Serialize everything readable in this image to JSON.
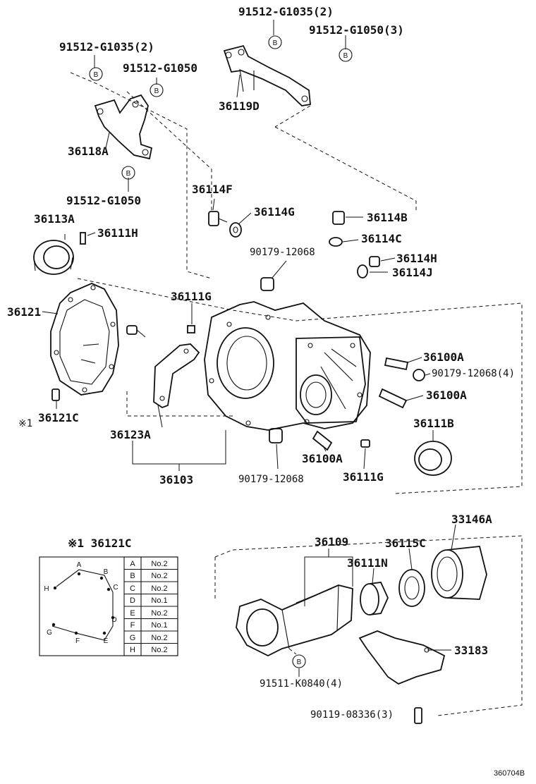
{
  "labels": {
    "l_91512_G1035_2_top": "91512-G1035(2)",
    "l_91512_G1050_3": "91512-G1050(3)",
    "l_91512_G1035_2_left": "91512-G1035(2)",
    "l_91512_G1050_a": "91512-G1050",
    "l_36119D": "36119D",
    "l_36118A": "36118A",
    "l_91512_G1050_b": "91512-G1050",
    "l_36114F": "36114F",
    "l_36114G": "36114G",
    "l_36114B": "36114B",
    "l_36113A": "36113A",
    "l_36111H": "36111H",
    "l_36114C": "36114C",
    "l_90179_12068_a": "90179-12068",
    "l_36114H": "36114H",
    "l_36114J": "36114J",
    "l_36121": "36121",
    "l_36111G_a": "36111G",
    "l_36100A_a": "36100A",
    "l_90179_12068_4": "90179-12068(4)",
    "l_36100A_b": "36100A",
    "l_36121C": "36121C",
    "l_note_mark": "※1",
    "l_36111B": "36111B",
    "l_36123A": "36123A",
    "l_36100A_c": "36100A",
    "l_90179_12068_b": "90179-12068",
    "l_36111G_b": "36111G",
    "l_36103": "36103",
    "l_33146A": "33146A",
    "l_36109": "36109",
    "l_36115C": "36115C",
    "l_36111N": "36111N",
    "l_33183": "33183",
    "l_91511_K0840_4": "91511-K0840(4)",
    "l_90119_08336_3": "90119-08336(3)",
    "l_inset_title": "※1 36121C",
    "l_figure_code": "360704B",
    "circle_B": "B"
  },
  "inset": {
    "pins": [
      "A",
      "B",
      "C",
      "D",
      "E",
      "F",
      "G",
      "H"
    ],
    "rows": [
      {
        "pos": "A",
        "part": "No.2"
      },
      {
        "pos": "B",
        "part": "No.2"
      },
      {
        "pos": "C",
        "part": "No.2"
      },
      {
        "pos": "D",
        "part": "No.1"
      },
      {
        "pos": "E",
        "part": "No.2"
      },
      {
        "pos": "F",
        "part": "No.1"
      },
      {
        "pos": "G",
        "part": "No.2"
      },
      {
        "pos": "H",
        "part": "No.2"
      }
    ]
  }
}
